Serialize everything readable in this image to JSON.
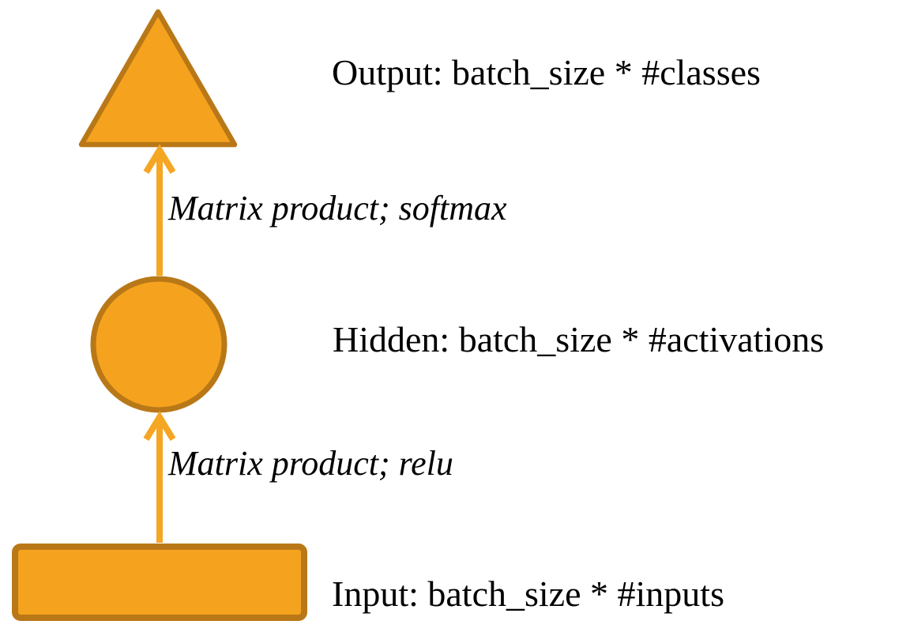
{
  "diagram": {
    "title": "feed-forward network shape diagram",
    "colors": {
      "background": "#FFFFFF",
      "shape_fill": "#F5A31E",
      "shape_stroke": "#B97817",
      "arrow": "#F5A623",
      "text": "#000000"
    },
    "nodes": [
      {
        "id": "output",
        "shape": "triangle",
        "label": "Output: batch_size * #classes"
      },
      {
        "id": "hidden",
        "shape": "circle",
        "label": "Hidden: batch_size * #activations"
      },
      {
        "id": "input",
        "shape": "rectangle",
        "label": "Input: batch_size * #inputs"
      }
    ],
    "edges": [
      {
        "from": "hidden",
        "to": "output",
        "label": "Matrix product; softmax"
      },
      {
        "from": "input",
        "to": "hidden",
        "label": "Matrix product; relu"
      }
    ]
  }
}
